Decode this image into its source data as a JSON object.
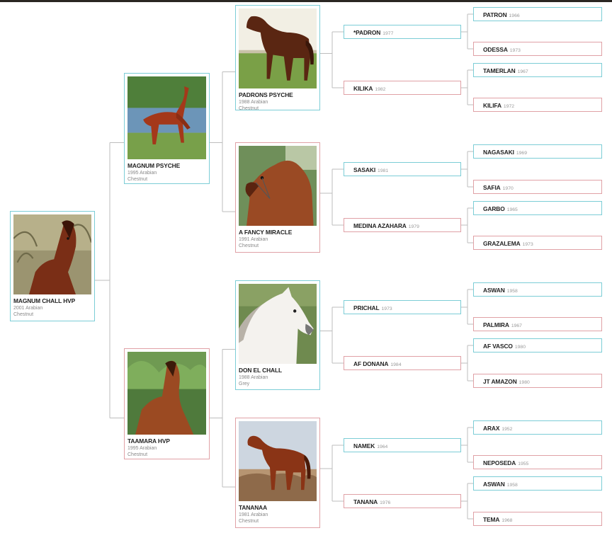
{
  "colors": {
    "sire_border": "#7ccdd6",
    "dam_border": "#e0a1a6",
    "connector": "#bdbdbd",
    "top_bar": "#2a2622"
  },
  "subject": {
    "name": "MAGNUM CHALL HVP",
    "line1": "2001 Arabian",
    "line2": "Chestnut",
    "sex": "m",
    "photo": "chestnut-stallion-close-up"
  },
  "parents": [
    {
      "name": "MAGNUM PSYCHE",
      "line1": "1995 Arabian",
      "line2": "Chestnut",
      "sex": "m",
      "photo": "chestnut-stallion-by-lake"
    },
    {
      "name": "TAAMARA HVP",
      "line1": "1995 Arabian",
      "line2": "Chestnut",
      "sex": "f",
      "photo": "chestnut-mare-portrait"
    }
  ],
  "grandparents": [
    {
      "name": "PADRONS PSYCHE",
      "line1": "1988 Arabian",
      "line2": "Chestnut",
      "sex": "m",
      "photo": "stallion-show-stance"
    },
    {
      "name": "A FANCY MIRACLE",
      "line1": "1991 Arabian",
      "line2": "Chestnut",
      "sex": "f",
      "photo": "chestnut-head-shot"
    },
    {
      "name": "DON EL CHALL",
      "line1": "1988 Arabian",
      "line2": "Grey",
      "sex": "m",
      "photo": "grey-stallion-head"
    },
    {
      "name": "TANANAA",
      "line1": "1981 Arabian",
      "line2": "Chestnut",
      "sex": "f",
      "photo": "chestnut-mare-standing"
    }
  ],
  "great_grandparents": [
    {
      "name": "*PADRON",
      "year": "1977",
      "sex": "m"
    },
    {
      "name": "KILIKA",
      "year": "1982",
      "sex": "f"
    },
    {
      "name": "SASAKI",
      "year": "1981",
      "sex": "m"
    },
    {
      "name": "MEDINA AZAHARA",
      "year": "1979",
      "sex": "f"
    },
    {
      "name": "PRICHAL",
      "year": "1973",
      "sex": "m"
    },
    {
      "name": "AF DONANA",
      "year": "1984",
      "sex": "f"
    },
    {
      "name": "NAMEK",
      "year": "1964",
      "sex": "m"
    },
    {
      "name": "TANANA",
      "year": "1976",
      "sex": "f"
    }
  ],
  "gen4": [
    {
      "name": "PATRON",
      "year": "1966",
      "sex": "m"
    },
    {
      "name": "ODESSA",
      "year": "1973",
      "sex": "f"
    },
    {
      "name": "TAMERLAN",
      "year": "1967",
      "sex": "m"
    },
    {
      "name": "KILIFA",
      "year": "1972",
      "sex": "f"
    },
    {
      "name": "NAGASAKI",
      "year": "1969",
      "sex": "m"
    },
    {
      "name": "SAFIA",
      "year": "1970",
      "sex": "f"
    },
    {
      "name": "GARBO",
      "year": "1965",
      "sex": "m"
    },
    {
      "name": "GRAZALEMA",
      "year": "1973",
      "sex": "f"
    },
    {
      "name": "ASWAN",
      "year": "1958",
      "sex": "m"
    },
    {
      "name": "PALMIRA",
      "year": "1967",
      "sex": "f"
    },
    {
      "name": "AF VASCO",
      "year": "1980",
      "sex": "m"
    },
    {
      "name": "JT AMAZON",
      "year": "1980",
      "sex": "f"
    },
    {
      "name": "ARAX",
      "year": "1952",
      "sex": "m"
    },
    {
      "name": "NEPOSEDA",
      "year": "1955",
      "sex": "f"
    },
    {
      "name": "ASWAN",
      "year": "1958",
      "sex": "m"
    },
    {
      "name": "TEMA",
      "year": "1968",
      "sex": "f"
    }
  ]
}
